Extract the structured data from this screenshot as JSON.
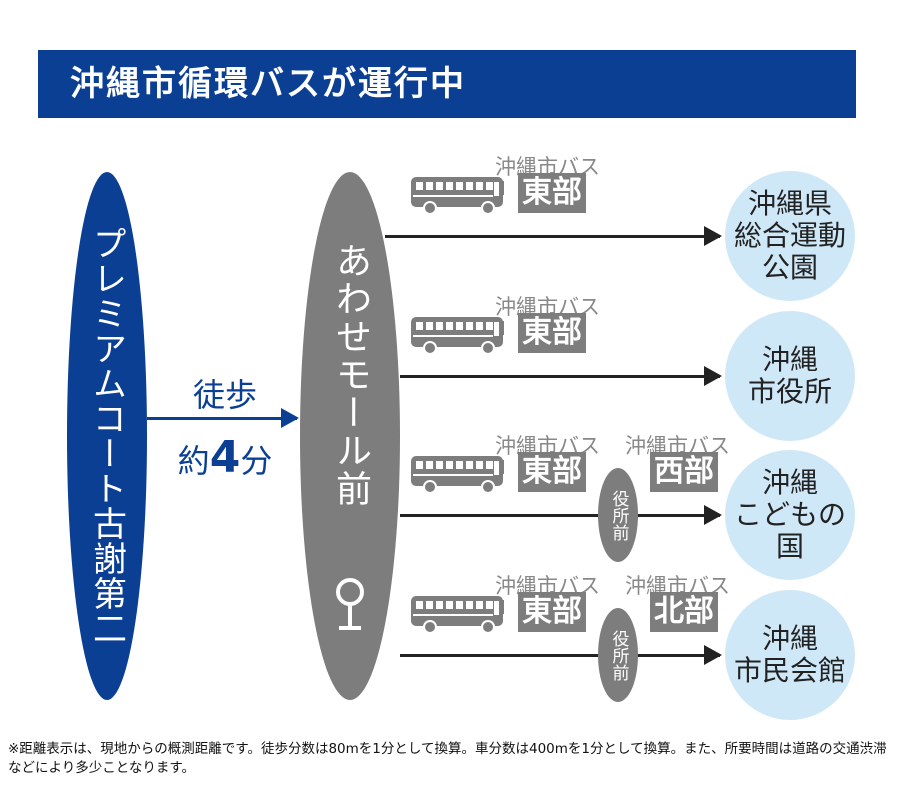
{
  "title": "沖縄市循環バスが運行中",
  "origin": "プレミアムコート古謝第二",
  "walk": {
    "label": "徒歩",
    "prefix": "約",
    "minutes": "4",
    "unit": "分"
  },
  "hub": {
    "name": "あわせモール前",
    "icon": "bus-stop-icon"
  },
  "colors": {
    "blue": "#0b3f94",
    "gray": "#7d7d7d",
    "dest": "#cfe8f8"
  },
  "routes": [
    {
      "operator": "沖縄市バス",
      "line": "東部",
      "destination": "沖縄県\n総合運動\n公園"
    },
    {
      "operator": "沖縄市バス",
      "line": "東部",
      "destination": "沖縄\n市役所"
    },
    {
      "operator": "沖縄市バス",
      "line": "東部",
      "transfer": "役所前",
      "operator2": "沖縄市バス",
      "line2": "西部",
      "destination": "沖縄\nこどもの\n国"
    },
    {
      "operator": "沖縄市バス",
      "line": "東部",
      "transfer": "役所前",
      "operator2": "沖縄市バス",
      "line2": "北部",
      "destination": "沖縄\n市民会館"
    }
  ],
  "note": "※距離表示は、現地からの概測距離です。徒歩分数は80mを1分として換算。車分数は400mを1分として換算。また、所要時間は道路の交通渋滞などにより多少ことなります。"
}
